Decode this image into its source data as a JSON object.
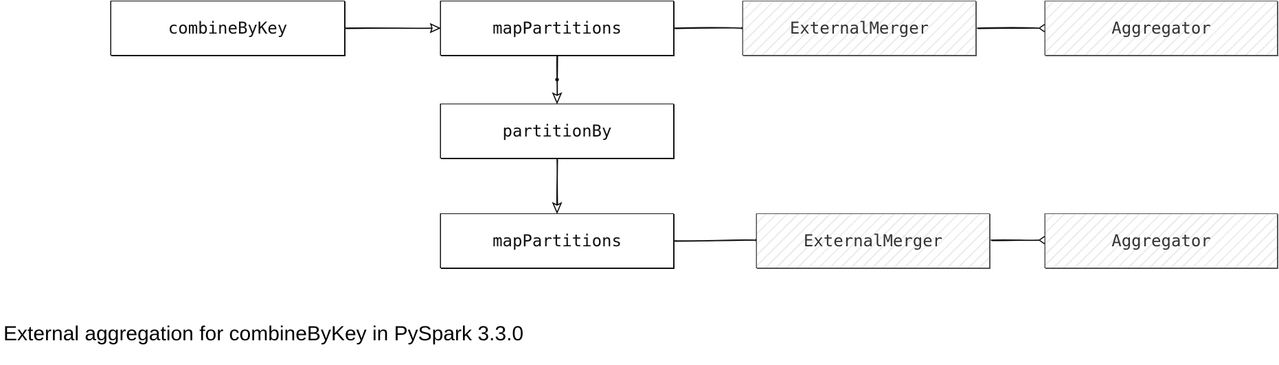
{
  "nodes": {
    "combine_by_key": "combineByKey",
    "map_partitions_1": "mapPartitions",
    "external_merger_1": "ExternalMerger",
    "aggregator_1": "Aggregator",
    "partition_by": "partitionBy",
    "map_partitions_2": "mapPartitions",
    "external_merger_2": "ExternalMerger",
    "aggregator_2": "Aggregator"
  },
  "edges": [
    {
      "from": "combineByKey",
      "to": "mapPartitions (1)",
      "style": "arrow"
    },
    {
      "from": "mapPartitions (1)",
      "to": "ExternalMerger (1)",
      "style": "association"
    },
    {
      "from": "ExternalMerger (1)",
      "to": "Aggregator (1)",
      "style": "association"
    },
    {
      "from": "mapPartitions (1)",
      "to": "partitionBy",
      "style": "arrow"
    },
    {
      "from": "partitionBy",
      "to": "mapPartitions (2)",
      "style": "arrow"
    },
    {
      "from": "mapPartitions (2)",
      "to": "ExternalMerger (2)",
      "style": "association"
    },
    {
      "from": "ExternalMerger (2)",
      "to": "Aggregator (2)",
      "style": "association"
    }
  ],
  "caption": "External aggregation for combineByKey in PySpark 3.3.0"
}
